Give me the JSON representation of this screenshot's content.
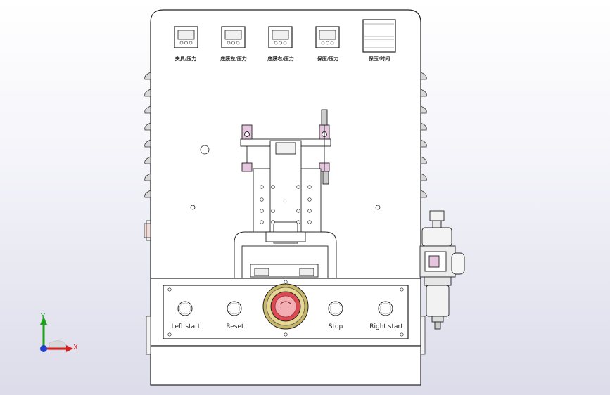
{
  "gauges": [
    {
      "label": "夹具/压力"
    },
    {
      "label": "底膜左/压力"
    },
    {
      "label": "底膜右/压力"
    },
    {
      "label": "保压/压力"
    }
  ],
  "timer": {
    "label": "保压/时间"
  },
  "buttons": [
    {
      "label": "Left start"
    },
    {
      "label": "Reset"
    },
    {
      "label": "Stop"
    },
    {
      "label": "Right start"
    }
  ],
  "triad": {
    "x_label": "X",
    "y_label": "Y",
    "x_color": "#d62020",
    "y_color": "#20a020",
    "z_color": "#2040d0"
  },
  "colors": {
    "outline": "#222222",
    "accent_pink": "#e6c6de",
    "estop_red": "#d94a52",
    "estop_ring": "#c8b66a"
  }
}
